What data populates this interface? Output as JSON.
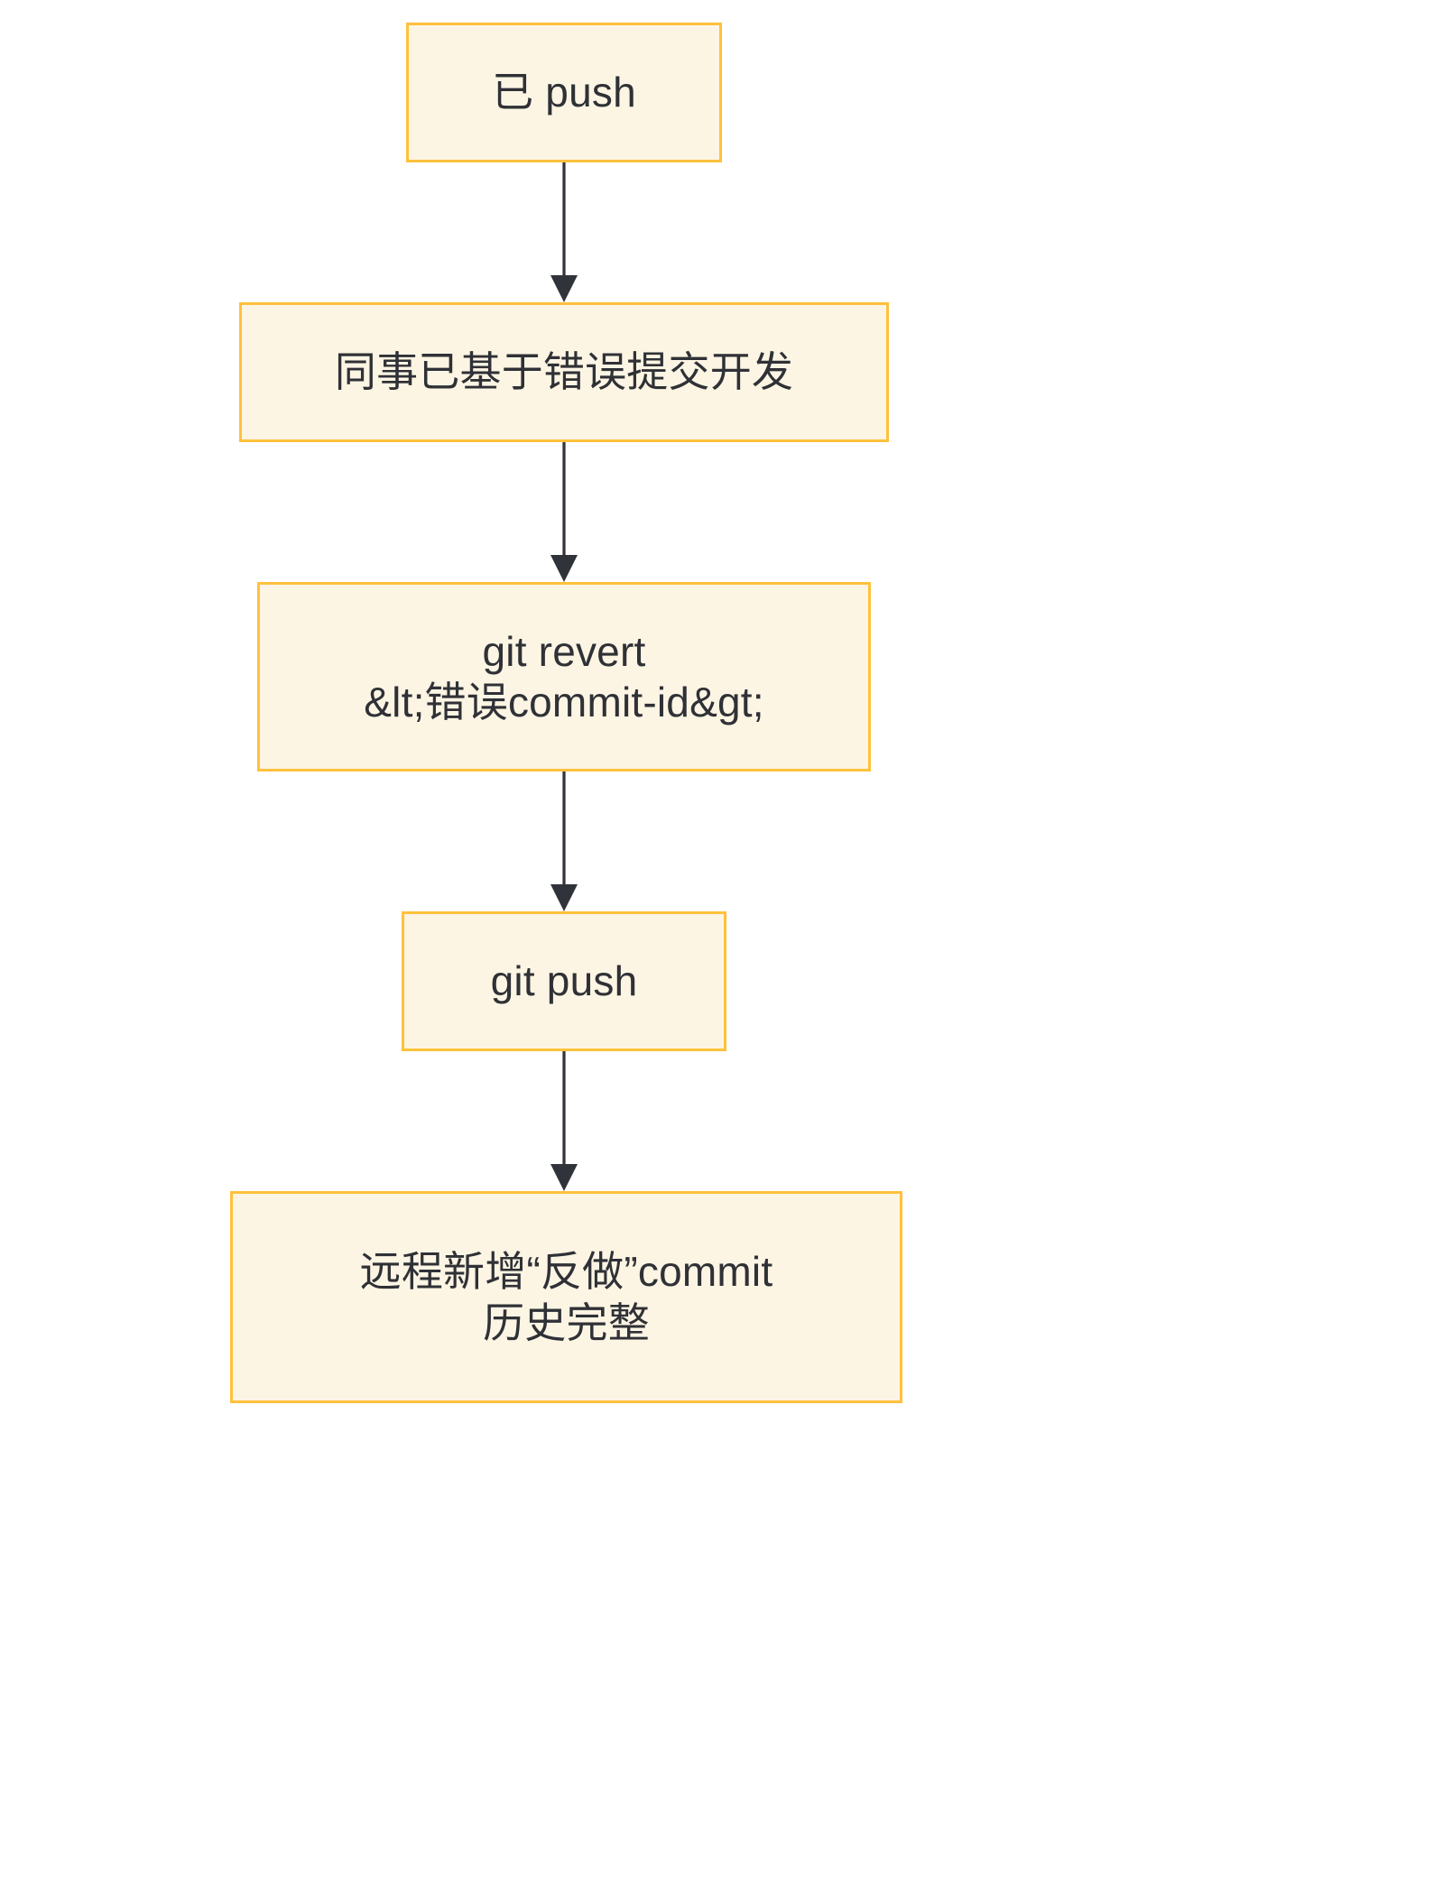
{
  "diagram": {
    "kind": "flowchart",
    "direction": "top-to-bottom",
    "background_color": "#ffffff",
    "node_fill_color": "#fdf5e4",
    "node_border_color": "#ffc13c",
    "node_text_color": "#2f3136",
    "edge_color": "#30333a",
    "nodes": [
      {
        "id": "n0",
        "label": "已 push",
        "lines": [
          "已 push"
        ]
      },
      {
        "id": "n1",
        "label": "同事已基于错误提交开发",
        "lines": [
          "同事已基于错误提交开发"
        ]
      },
      {
        "id": "n2",
        "label": "git revert\n&lt;错误commit-id&gt;",
        "lines": [
          "git revert",
          "&lt;错误commit-id&gt;"
        ]
      },
      {
        "id": "n3",
        "label": "git push",
        "lines": [
          "git push"
        ]
      },
      {
        "id": "n4",
        "label": "远程新增“反做”commit\n历史完整",
        "lines": [
          "远程新增“反做”commit",
          "历史完整"
        ]
      }
    ],
    "edges": [
      {
        "from": "n0",
        "to": "n1",
        "label": ""
      },
      {
        "from": "n1",
        "to": "n2",
        "label": ""
      },
      {
        "from": "n2",
        "to": "n3",
        "label": ""
      },
      {
        "from": "n3",
        "to": "n4",
        "label": ""
      }
    ]
  }
}
